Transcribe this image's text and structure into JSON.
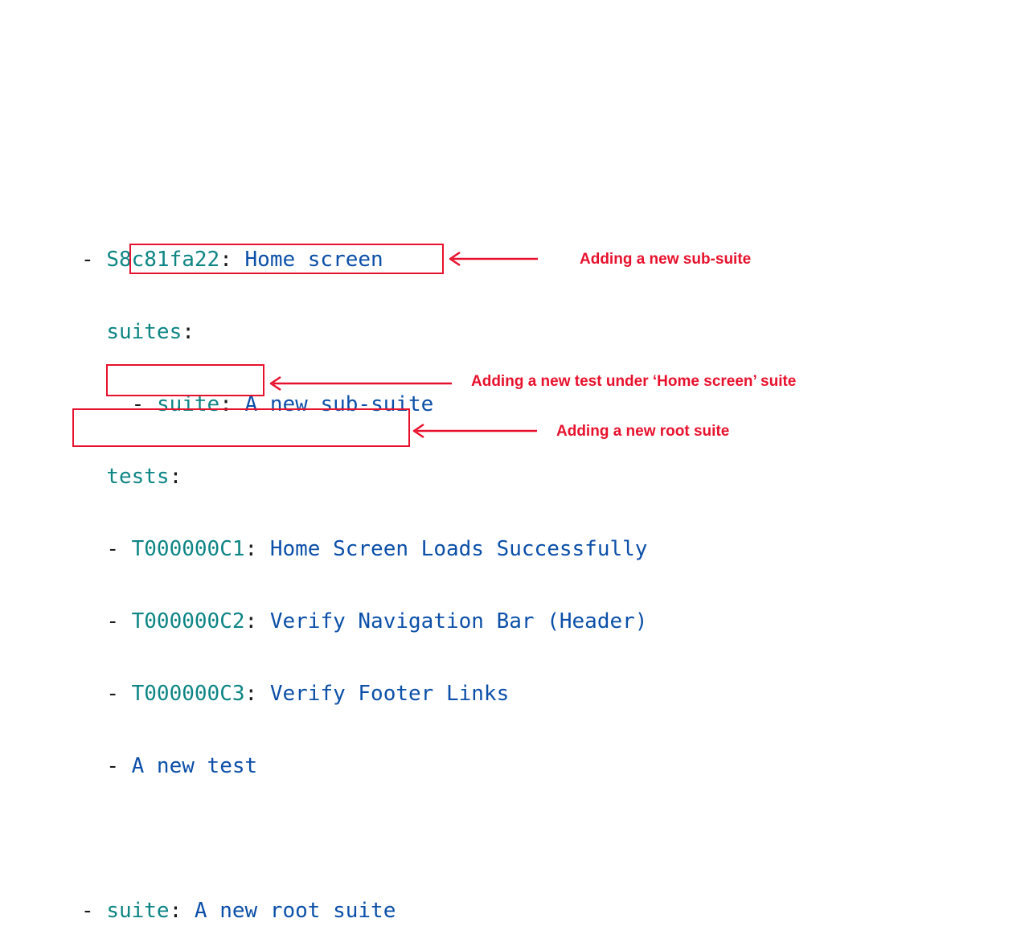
{
  "code_lines": {
    "home_suite": {
      "dash": "- ",
      "id": "S8c81fa22",
      "sep": ": ",
      "title": "Home screen"
    },
    "suites_key": {
      "key": "suites",
      "colon": ":"
    },
    "sub_suite": {
      "dash": "- ",
      "key": "suite",
      "sep": ": ",
      "value": "A new sub-suite"
    },
    "tests_key": {
      "key": "tests",
      "colon": ":"
    },
    "tests": [
      {
        "dash": "- ",
        "id": "T000000C1",
        "sep": ": ",
        "title": "Home Screen Loads Successfully"
      },
      {
        "dash": "- ",
        "id": "T000000C2",
        "sep": ": ",
        "title": "Verify Navigation Bar (Header)"
      },
      {
        "dash": "- ",
        "id": "T000000C3",
        "sep": ": ",
        "title": "Verify Footer Links"
      }
    ],
    "new_test": {
      "dash": "- ",
      "title": "A new test"
    },
    "root_suite": {
      "dash": "- ",
      "key": "suite",
      "sep": ": ",
      "value": "A new root suite"
    }
  },
  "annotations": {
    "sub_suite": "Adding a new sub-suite",
    "new_test": "Adding a new test under ‘Home screen’ suite",
    "root_suite": "Adding a new root suite",
    "color": "#e8112d"
  },
  "colors": {
    "key": "#0e8585",
    "value": "#0b4fa8",
    "punctuation": "#1a1a1a",
    "highlight": "#e8112d"
  }
}
